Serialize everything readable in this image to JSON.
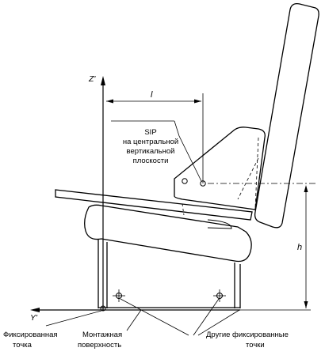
{
  "labels": {
    "z_axis": "Z'",
    "y_axis": "Y'",
    "dim_l": "l",
    "dim_h": "h",
    "sip_title": "SIP",
    "sip_line1": "на центральной",
    "sip_line2": "вертикальной",
    "sip_line3": "плоскости",
    "fixed_point_1": "Фиксированная",
    "fixed_point_2": "точка",
    "mounting_1": "Монтажная",
    "mounting_2": "поверхность",
    "other_points_1": "Другие фиксированные",
    "other_points_2": "точки"
  }
}
